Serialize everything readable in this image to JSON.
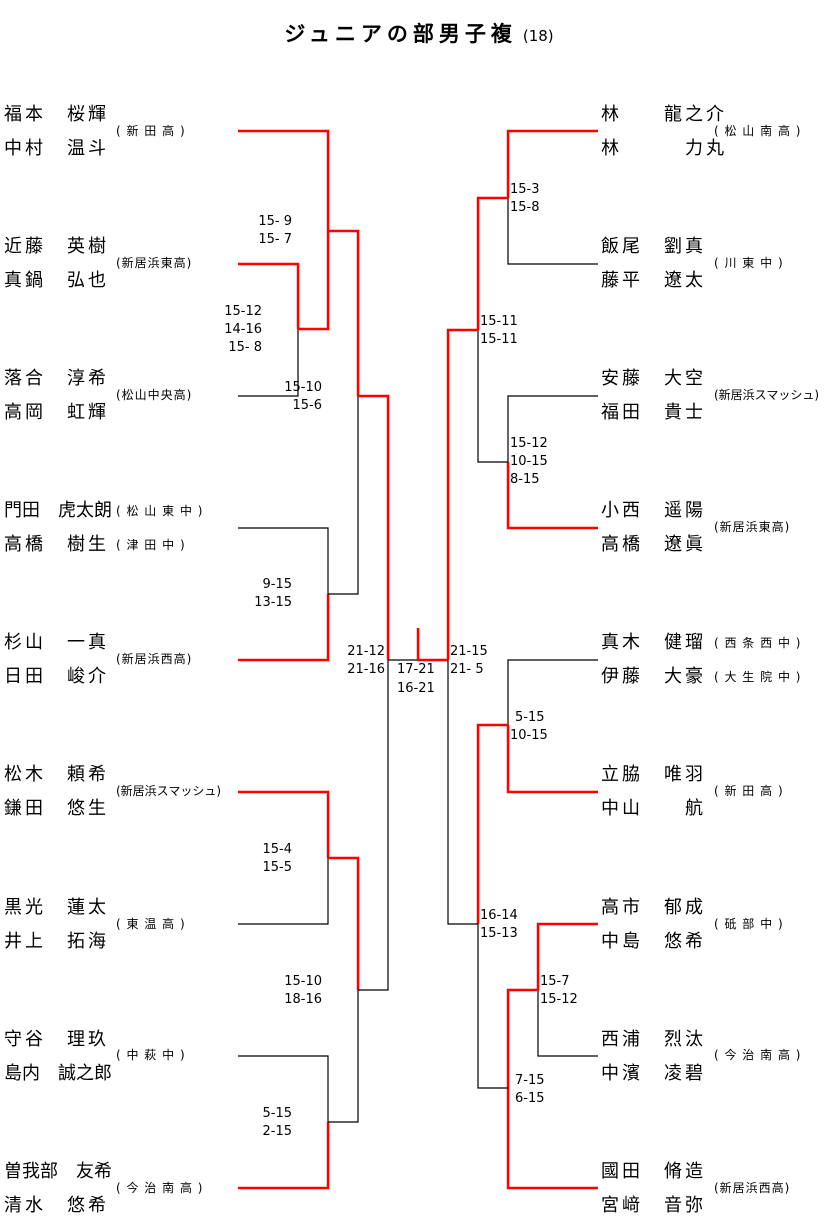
{
  "title": {
    "main": "ジュニアの部男子複",
    "count": "(18)"
  },
  "colors": {
    "winner_line": "#ff0000",
    "loser_line": "#000000"
  },
  "left": {
    "teams": [
      {
        "players": [
          "福本　桜輝",
          "中村　温斗"
        ],
        "club": "( 新 田 高 )"
      },
      {
        "players": [
          "近藤　英樹",
          "真鍋　弘也"
        ],
        "club": "(新居浜東高)"
      },
      {
        "players": [
          "落合　淳希",
          "高岡　虹輝"
        ],
        "club": "(松山中央高)"
      },
      {
        "players": [
          "門田　虎太朗",
          "高橋　樹生"
        ],
        "clubs": [
          "( 松 山 東 中 )",
          "( 津 田 中 )"
        ]
      },
      {
        "players": [
          "杉山　一真",
          "日田　峻介"
        ],
        "club": "(新居浜西高)"
      },
      {
        "players": [
          "松木　頼希",
          "鎌田　悠生"
        ],
        "club": "(新居浜スマッシュ)"
      },
      {
        "players": [
          "黒光　蓮太",
          "井上　拓海"
        ],
        "club": "( 東 温 高 )"
      },
      {
        "players": [
          "守谷　理玖",
          "島内　誠之郎"
        ],
        "club": "( 中 萩 中 )"
      },
      {
        "players": [
          "曽我部　友希",
          "清水　悠希"
        ],
        "club": "( 今 治 南 高 )"
      }
    ],
    "scores": {
      "m_2v3": [
        "15-12",
        "14-16",
        "15- 8"
      ],
      "m_1v23": [
        "15- 9",
        "15- 7"
      ],
      "m_4v5": [
        "9-15",
        "13-15"
      ],
      "m_top_qf": [
        "15-10",
        "15-6"
      ],
      "m_6v7": [
        "15-4",
        "15-5"
      ],
      "m_8v9": [
        "5-15",
        "2-15"
      ],
      "m_bot_qf": [
        "15-10",
        "18-16"
      ],
      "m_semi": [
        "21-12",
        "21-16"
      ]
    }
  },
  "right": {
    "teams": [
      {
        "players": [
          "林　　龍之介",
          "林　　　力丸"
        ],
        "club": "( 松 山 南 高 )"
      },
      {
        "players": [
          "飯尾　劉真",
          "藤平　遼太"
        ],
        "club": "( 川 東 中 )"
      },
      {
        "players": [
          "安藤　大空",
          "福田　貴士"
        ],
        "club": "(新居浜スマッシュ)"
      },
      {
        "players": [
          "小西　遥陽",
          "高橋　遼眞"
        ],
        "club": "(新居浜東高)"
      },
      {
        "players": [
          "真木　健瑠",
          "伊藤　大豪"
        ],
        "clubs": [
          "( 西 条 西 中 )",
          "( 大 生 院 中 )"
        ]
      },
      {
        "players": [
          "立脇　唯羽",
          "中山　　航"
        ],
        "club": "( 新 田 高 )"
      },
      {
        "players": [
          "高市　郁成",
          "中島　悠希"
        ],
        "club": "( 砥 部 中 )"
      },
      {
        "players": [
          "西浦　烈汰",
          "中濱　凌碧"
        ],
        "club": "( 今 治 南 高 )"
      },
      {
        "players": [
          "國田　脩造",
          "宮﨑　音弥"
        ],
        "club": "(新居浜西高)"
      }
    ],
    "scores": {
      "m_1v2": [
        "15-3",
        "15-8"
      ],
      "m_3v4": [
        "15-12",
        "10-15",
        "8-15"
      ],
      "m_top_qf": [
        "15-11",
        "15-11"
      ],
      "m_5v6": [
        "5-15",
        "10-15"
      ],
      "m_7v8": [
        "15-7",
        "15-12"
      ],
      "m_78v9": [
        "7-15",
        "6-15"
      ],
      "m_bot_qf": [
        "16-14",
        "15-13"
      ],
      "m_semi": [
        "21-15",
        "21- 5"
      ]
    }
  },
  "final": {
    "scores": [
      "17-21",
      "16-21"
    ],
    "winner": "right"
  }
}
